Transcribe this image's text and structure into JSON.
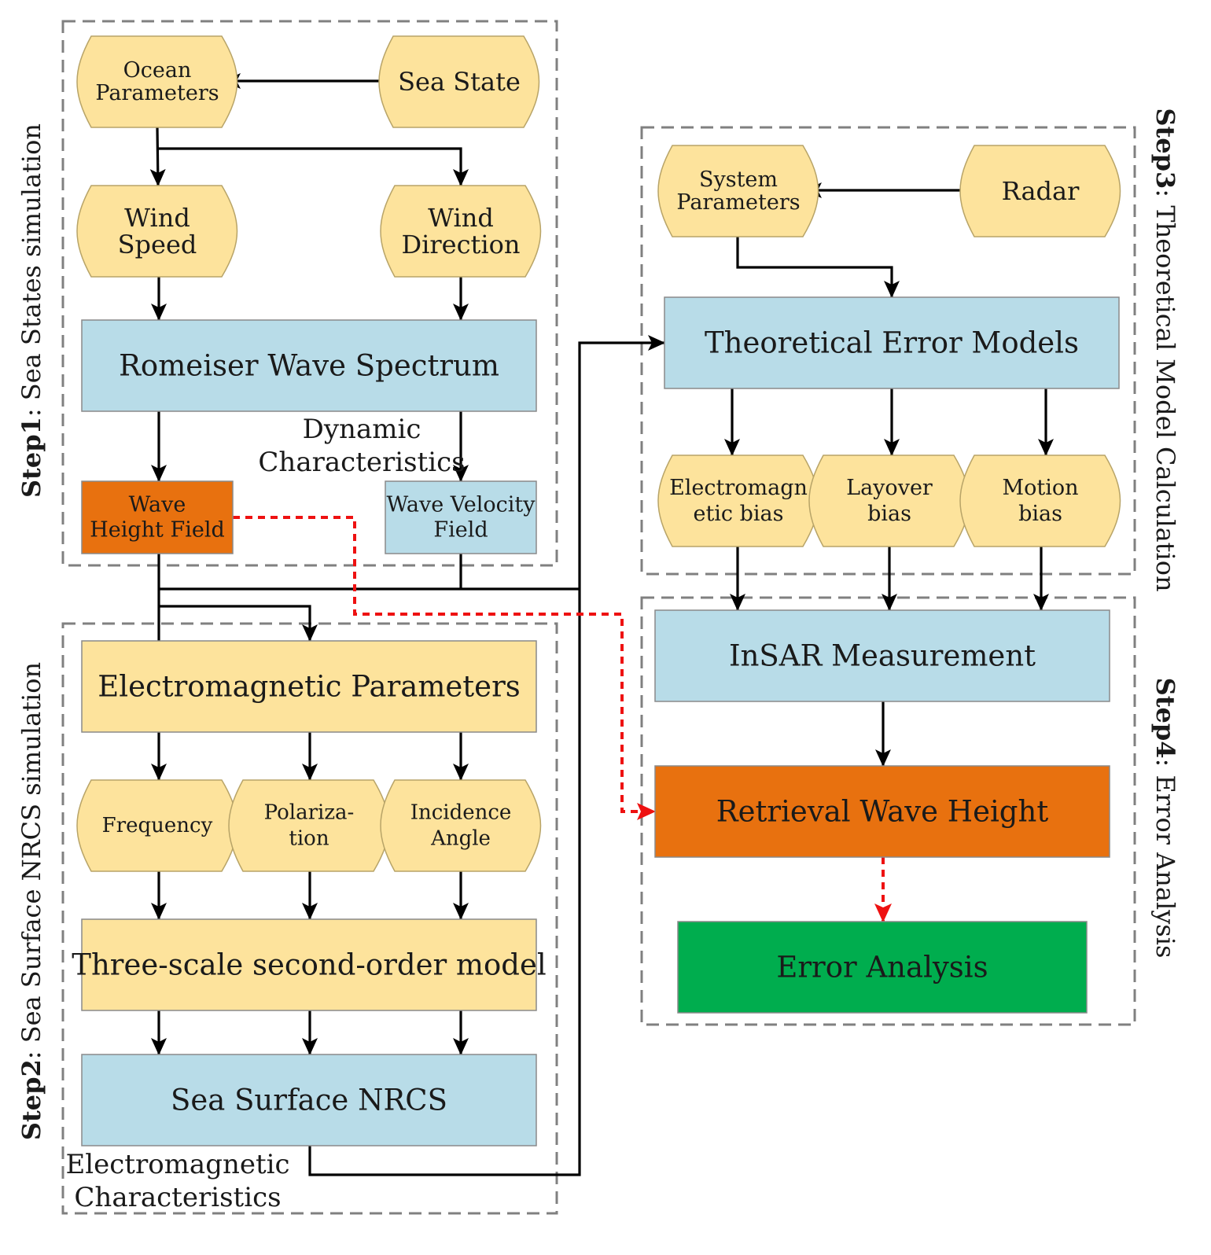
{
  "colors": {
    "yellow": "#fde39c",
    "blue": "#b8dce8",
    "orange": "#e8710f",
    "green": "#00ad4e",
    "dash_border": "#808080",
    "red_arrow": "#ee1111",
    "black_arrow": "#000000"
  },
  "steps": [
    {
      "id": "step1",
      "bold": "Step1",
      "rest": ": Sea States simulation"
    },
    {
      "id": "step2",
      "bold": "Step2",
      "rest": ": Sea Surface NRCS simulation"
    },
    {
      "id": "step3",
      "bold": "Step3",
      "rest": ":  Theoretical  Model Calculation"
    },
    {
      "id": "step4",
      "bold": "Step4",
      "rest": ":  Error Analysis"
    }
  ],
  "nodes": [
    {
      "id": "ocean-parameters",
      "shape": "wave",
      "color": "yellow",
      "lines": [
        "Ocean",
        "Parameters"
      ]
    },
    {
      "id": "sea-state",
      "shape": "wave",
      "color": "yellow",
      "lines": [
        "Sea State"
      ]
    },
    {
      "id": "wind-speed",
      "shape": "wave",
      "color": "yellow",
      "lines": [
        "Wind",
        "Speed"
      ]
    },
    {
      "id": "wind-direction",
      "shape": "wave",
      "color": "yellow",
      "lines": [
        "Wind",
        "Direction"
      ]
    },
    {
      "id": "romeiser-wave-spectrum",
      "shape": "rect",
      "color": "blue",
      "lines": [
        "Romeiser Wave Spectrum"
      ]
    },
    {
      "id": "wave-height-field",
      "shape": "rect",
      "color": "orange",
      "lines": [
        "Wave",
        "Height Field"
      ]
    },
    {
      "id": "wave-velocity-field",
      "shape": "rect",
      "color": "blue",
      "lines": [
        "Wave Velocity",
        "Field"
      ]
    },
    {
      "id": "electromagnetic-parameters",
      "shape": "rect",
      "color": "yellow",
      "lines": [
        "Electromagnetic Parameters"
      ]
    },
    {
      "id": "frequency",
      "shape": "wave",
      "color": "yellow",
      "lines": [
        "Frequency"
      ]
    },
    {
      "id": "polarization",
      "shape": "wave",
      "color": "yellow",
      "lines": [
        "Polariza-",
        "tion"
      ]
    },
    {
      "id": "incidence-angle",
      "shape": "wave",
      "color": "yellow",
      "lines": [
        "Incidence",
        "Angle"
      ]
    },
    {
      "id": "three-scale-model",
      "shape": "rect",
      "color": "yellow",
      "lines": [
        "Three-scale second-order model"
      ]
    },
    {
      "id": "sea-surface-nrcs",
      "shape": "rect",
      "color": "blue",
      "lines": [
        "Sea Surface NRCS"
      ]
    },
    {
      "id": "system-parameters",
      "shape": "wave",
      "color": "yellow",
      "lines": [
        "System",
        "Parameters"
      ]
    },
    {
      "id": "radar",
      "shape": "wave",
      "color": "yellow",
      "lines": [
        "Radar"
      ]
    },
    {
      "id": "theoretical-error-models",
      "shape": "rect",
      "color": "blue",
      "lines": [
        "Theoretical Error Models"
      ]
    },
    {
      "id": "electromagnetic-bias",
      "shape": "wave",
      "color": "yellow",
      "lines": [
        "Electromagn",
        "etic bias"
      ]
    },
    {
      "id": "layover-bias",
      "shape": "wave",
      "color": "yellow",
      "lines": [
        "Layover",
        "bias"
      ]
    },
    {
      "id": "motion-bias",
      "shape": "wave",
      "color": "yellow",
      "lines": [
        "Motion",
        "bias"
      ]
    },
    {
      "id": "insar-measurement",
      "shape": "rect",
      "color": "blue",
      "lines": [
        "InSAR Measurement"
      ]
    },
    {
      "id": "retrieval-wave-height",
      "shape": "rect",
      "color": "orange",
      "lines": [
        "Retrieval Wave Height"
      ]
    },
    {
      "id": "error-analysis",
      "shape": "rect",
      "color": "green",
      "lines": [
        "Error Analysis"
      ]
    }
  ],
  "annotations": [
    {
      "id": "dynamic-characteristics",
      "lines": [
        "Dynamic",
        "Characteristics"
      ]
    },
    {
      "id": "electromagnetic-characteristics",
      "lines": [
        "Electromagnetic",
        "Characteristics"
      ]
    }
  ]
}
